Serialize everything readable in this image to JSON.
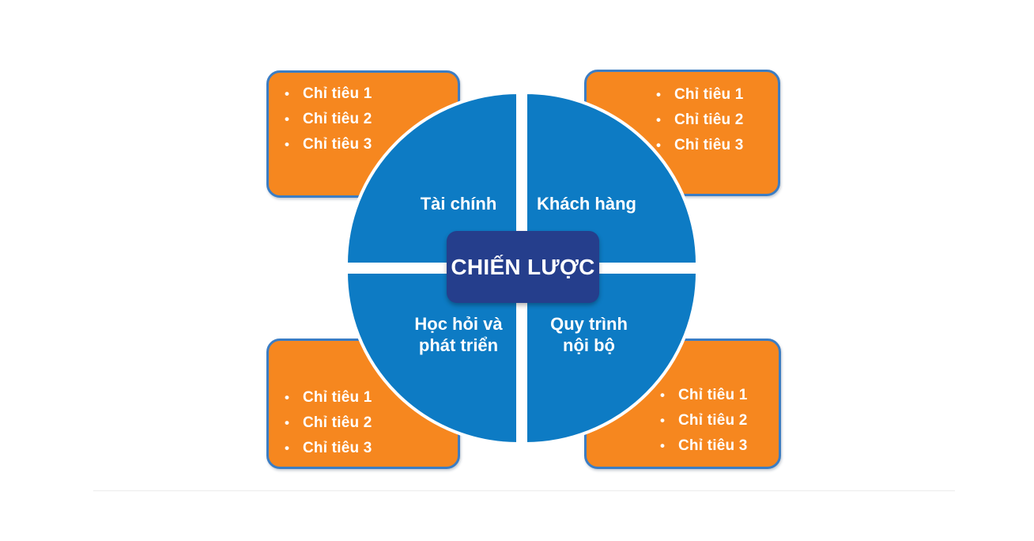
{
  "diagram": {
    "center_label": "CHIẾN LƯỢC",
    "bullet": "•",
    "quadrants": {
      "finance": {
        "label": "Tài chính"
      },
      "customer": {
        "label": "Khách hàng"
      },
      "learning": {
        "line1": "Học hỏi và",
        "line2": "phát triển"
      },
      "internal_process": {
        "line1": "Quy trình",
        "line2": "nội bộ"
      }
    },
    "boxes": {
      "top_left": {
        "items": [
          "Chỉ tiêu 1",
          "Chỉ tiêu 2",
          "Chỉ tiêu 3"
        ]
      },
      "top_right": {
        "items": [
          "Chỉ tiêu 1",
          "Chỉ tiêu 2",
          "Chỉ tiêu 3"
        ]
      },
      "bottom_left": {
        "items": [
          "Chỉ tiêu 1",
          "Chỉ tiêu 2",
          "Chỉ tiêu 3"
        ]
      },
      "bottom_right": {
        "items": [
          "Chỉ tiêu 1",
          "Chỉ tiêu 2",
          "Chỉ tiêu 3"
        ]
      }
    },
    "colors": {
      "circle_blue": "#0d7bc4",
      "center_navy": "#253e8c",
      "box_orange": "#f6871f",
      "box_border_blue": "#3b7dc4",
      "text_white": "#ffffff"
    }
  }
}
